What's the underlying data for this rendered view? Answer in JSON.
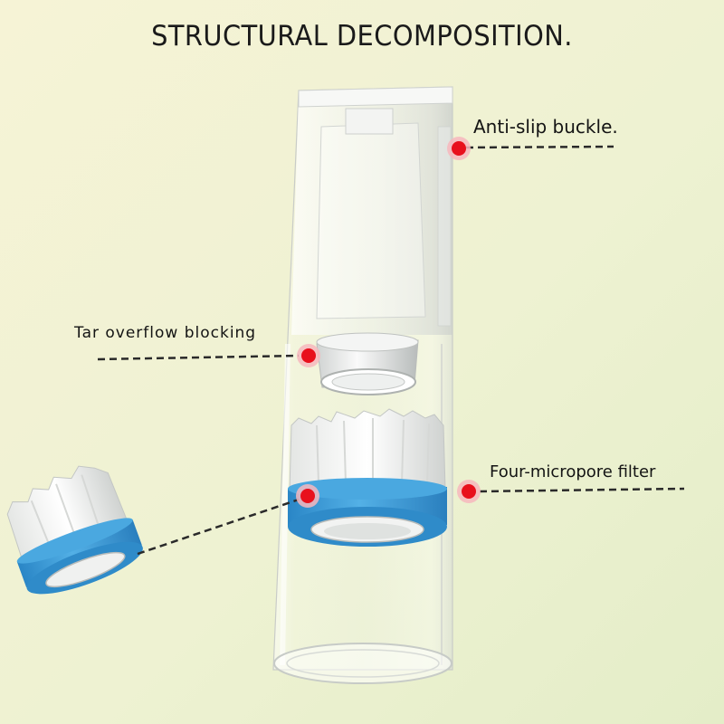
{
  "title": "STRUCTURAL DECOMPOSITION.",
  "callouts": {
    "anti_slip": "Anti-slip buckle.",
    "tar_overflow": "Tar overflow blocking",
    "four_micropore": "Four-micropore filter"
  },
  "colors": {
    "background_left": "#f4f6d4",
    "background_right": "#e6efc8",
    "accent_blue": "#3f9ed8",
    "marker_red": "#e8101c",
    "marker_halo": "#f7b7bd"
  }
}
